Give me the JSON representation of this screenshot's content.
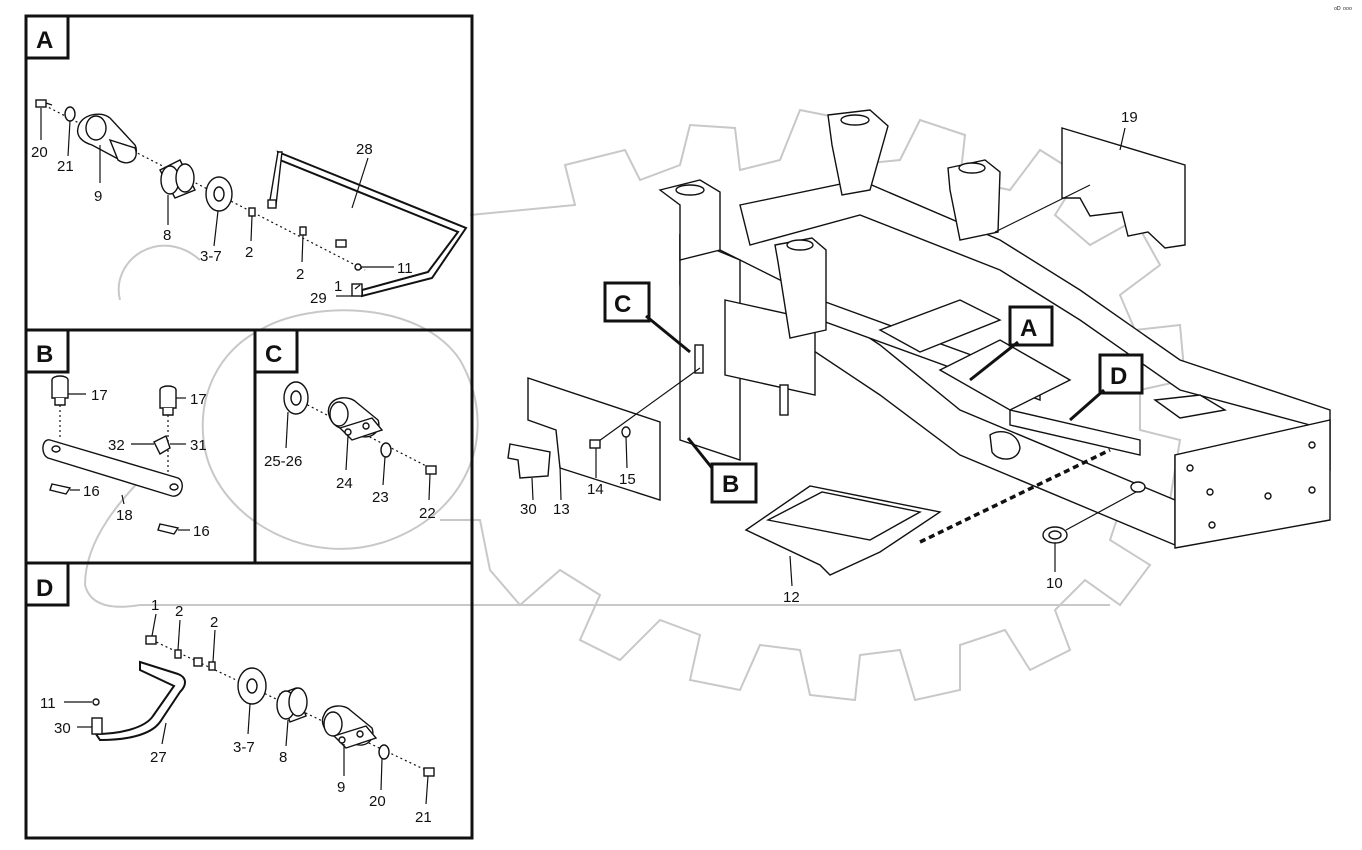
{
  "watermark": {
    "corner_text": "ᵒᴰ ᵒᵒᵒ"
  },
  "panels": [
    {
      "id": "A",
      "label": "A"
    },
    {
      "id": "B",
      "label": "B"
    },
    {
      "id": "C",
      "label": "C"
    },
    {
      "id": "D",
      "label": "D"
    }
  ],
  "main_view_letters": [
    "C",
    "B",
    "A",
    "D"
  ],
  "callouts": {
    "A": [
      "20",
      "21",
      "9",
      "8",
      "3-7",
      "2",
      "2",
      "28",
      "11",
      "29",
      "1"
    ],
    "B": [
      "17",
      "17",
      "32",
      "31",
      "16",
      "18",
      "16"
    ],
    "C": [
      "25-26",
      "24",
      "23",
      "22"
    ],
    "D": [
      "1",
      "2",
      "2",
      "11",
      "30",
      "27",
      "3-7",
      "8",
      "9",
      "20",
      "21"
    ],
    "main": [
      "19",
      "30",
      "13",
      "14",
      "15",
      "12",
      "10"
    ]
  }
}
